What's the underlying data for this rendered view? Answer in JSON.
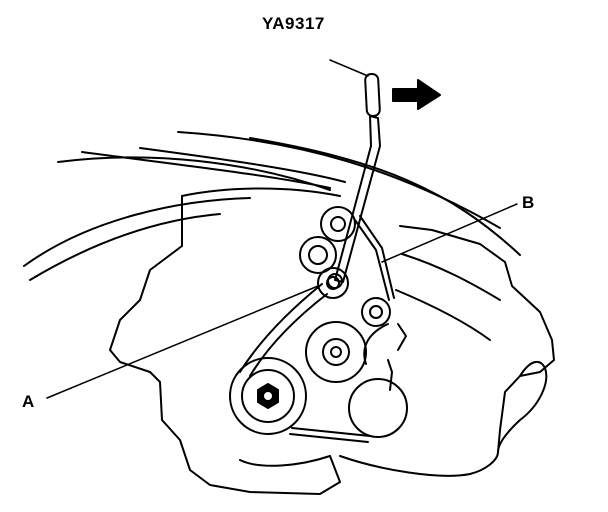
{
  "figure": {
    "tool_label": "YA9317",
    "callouts": {
      "a": "A",
      "b": "B"
    },
    "line_color": "#000000",
    "background": "#ffffff"
  }
}
